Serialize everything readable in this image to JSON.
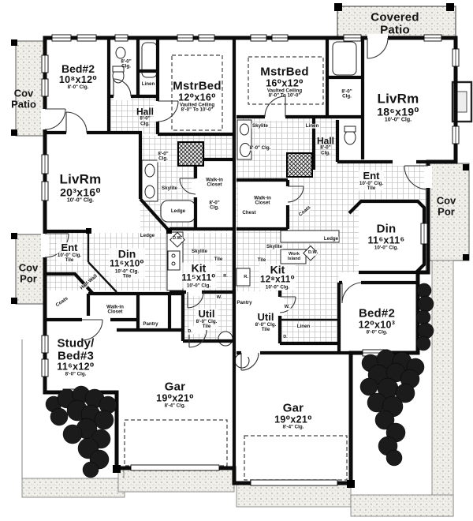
{
  "rooms": {
    "bed2_left": {
      "name": "Bed#2",
      "dims": "10⁸x12⁰",
      "note": "8'-0\" Clg."
    },
    "mstr_left": {
      "name": "MstrBed",
      "dims": "12⁰x16⁰",
      "note1": "Vaulted Ceiling",
      "note2": "8'-0\" To 10'-0\""
    },
    "hall_left": {
      "name": "Hall",
      "note1": "8'-0\"",
      "note2": "Clg."
    },
    "livrm_left": {
      "name": "LivRm",
      "dims": "20³x16⁰",
      "note": "10'-0\" Clg."
    },
    "ent_left": {
      "name": "Ent",
      "note": "10'-0\" Clg.",
      "note2": "Tile"
    },
    "din_left": {
      "name": "Din",
      "dims": "11⁶x10⁰",
      "note": "10'-0\" Clg.",
      "note2": "Tile"
    },
    "kit_left": {
      "name": "Kit",
      "dims": "11⁵x11⁰",
      "note": "10'-0\" Clg."
    },
    "util_left": {
      "name": "Util",
      "note": "8'-0\" Clg.",
      "note2": "Tile"
    },
    "study_left": {
      "name1": "Study/",
      "name2": "Bed#3",
      "dims": "11⁶x12⁰",
      "note": "8'-0\" Clg."
    },
    "gar_left": {
      "name": "Gar",
      "dims": "19⁰x21⁰",
      "note": "8'-4\" Clg."
    },
    "mstr_right": {
      "name": "MstrBed",
      "dims": "16⁰x12⁰",
      "note1": "Vaulted Ceiling",
      "note2": "8'-0\" To 10'-0\""
    },
    "livrm_right": {
      "name": "LivRm",
      "dims": "18⁶x19⁰",
      "note": "10'-0\" Clg."
    },
    "hall_right": {
      "name": "Hall",
      "note1": "8'-0\"",
      "note2": "Clg."
    },
    "ent_right": {
      "name": "Ent",
      "note": "10'-0\" Clg.",
      "note2": "Tile"
    },
    "din_right": {
      "name": "Din",
      "dims": "11⁶x11⁶",
      "note": "10'-0\" Clg."
    },
    "kit_right": {
      "name": "Kit",
      "dims": "12⁸x11⁰",
      "note": "10'-0\" Clg."
    },
    "util_right": {
      "name": "Util",
      "note": "8'-0\" Clg.",
      "note2": "Tile"
    },
    "bed2_right": {
      "name": "Bed#2",
      "dims": "12⁰x10³",
      "note": "8'-0\" Clg."
    },
    "gar_right": {
      "name": "Gar",
      "dims": "19⁰x21⁰",
      "note": "8'-4\" Clg."
    }
  },
  "outdoor": {
    "covered_patio": {
      "line1": "Covered",
      "line2": "Patio"
    },
    "cov_patio_left": {
      "line1": "Cov",
      "line2": "Patio"
    },
    "cov_por_left": {
      "line1": "Cov",
      "line2": "Por"
    },
    "cov_por_right": {
      "line1": "Cov",
      "line2": "Por"
    }
  },
  "features": {
    "skylite": "Skylite",
    "ledge": "Ledge",
    "walkin1": "Walk-in",
    "walkin2": "Closet",
    "linen": "Linen",
    "chest": "Chest",
    "coats": "Coats",
    "pantry": "Pantry",
    "half_wall": "Half-Wall",
    "dw": "D.W.",
    "range": "R.",
    "washer": "W.",
    "dryer": "D.",
    "work1": "Work",
    "work2": "Island",
    "clg8a": "8'-0\"",
    "clg8b": "Clg.",
    "clg8": "8'-0\" Clg.",
    "tile": "Tile"
  },
  "colors": {
    "wall": "#0b0b0b",
    "stipple_bg": "#f1efe9",
    "bush": "#1b1b1b"
  }
}
